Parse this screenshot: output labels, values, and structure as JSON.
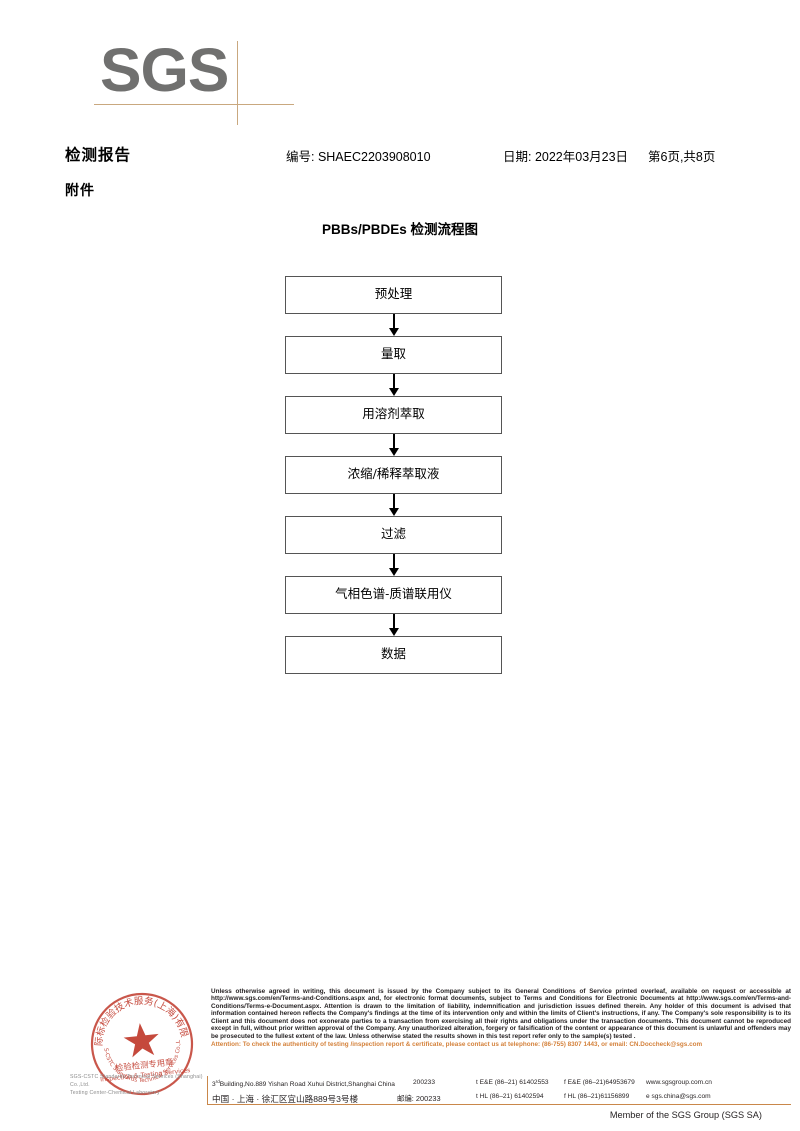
{
  "logo": {
    "text": "SGS"
  },
  "header": {
    "title": "检测报告",
    "report_no": "编号: SHAEC2203908010",
    "date": "日期: 2022年03月23日",
    "page": "第6页,共8页",
    "subtitle": "附件"
  },
  "chart_data": {
    "type": "diagram",
    "title": "PBBs/PBDEs 检测流程图",
    "nodes": [
      {
        "id": 1,
        "label": "预处理"
      },
      {
        "id": 2,
        "label": "量取"
      },
      {
        "id": 3,
        "label": "用溶剂萃取"
      },
      {
        "id": 4,
        "label": "浓缩/稀释萃取液"
      },
      {
        "id": 5,
        "label": "过滤"
      },
      {
        "id": 6,
        "label": "气相色谱-质谱联用仪"
      },
      {
        "id": 7,
        "label": "数据"
      }
    ],
    "edges": [
      {
        "from": 1,
        "to": 2
      },
      {
        "from": 2,
        "to": 3
      },
      {
        "from": 3,
        "to": 4
      },
      {
        "from": 4,
        "to": 5
      },
      {
        "from": 5,
        "to": 6
      },
      {
        "from": 6,
        "to": 7
      }
    ]
  },
  "seal": {
    "outer_text_cn": "上海际标检验技术服务(上海)有限公司",
    "center_text_cn": "检验检测专用章",
    "center_text_en": "Inspection & Testing Services",
    "color": "#c0392b"
  },
  "seal_under_text": {
    "line1": "SGS-CSTC Standards Technical Services (Shanghai) Co.,Ltd.",
    "line2": "Testing Center-Chemical Laboratory"
  },
  "legal": {
    "body": "Unless otherwise agreed in writing, this document is issued by the Company subject to its General Conditions of Service printed overleaf, available on request or accessible at http://www.sgs.com/en/Terms-and-Conditions.aspx and, for electronic format documents, subject to Terms and Conditions for Electronic Documents at http://www.sgs.com/en/Terms-and-Conditions/Terms-e-Document.aspx. Attention is drawn to the limitation of liability, indemnification and jurisdiction issues defined therein. Any holder of this document is advised that information contained hereon reflects the Company's findings at the time of its intervention only and within the limits of Client's instructions, if any. The Company's sole responsibility is to its Client and this document does not exonerate parties to a transaction from exercising all their rights and obligations under the transaction documents. This document cannot be reproduced except in full, without prior written approval of the Company. Any unauthorized alteration, forgery or falsification of the content or appearance of this document is unlawful and offenders may be prosecuted to the fullest extent of the law. Unless otherwise stated the results shown in this test report refer only to the sample(s) tested .",
    "attention": "Attention: To check the authenticity of testing /inspection report & certificate, please contact us at telephone: (86-755) 8307 1443, or email: CN.Doccheck@sgs.com",
    "attention_color": "#d4823c"
  },
  "address": {
    "en_address": "Building,No.889 Yishan Road Xuhui District,Shanghai China",
    "en_prefix": "3",
    "en_prefix_sup": "rd",
    "en_zip": "200233",
    "cn_address": "中国 · 上海 · 徐汇区宜山路889号3号楼",
    "cn_zip_label": "邮编: 200233",
    "tel_ee": "t E&E (86–21) 61402553",
    "fax_ee": "f E&E (86–21)64953679",
    "tel_hl": "t HL (86–21) 61402594",
    "fax_hl": "f HL (86–21)61156899",
    "website": "www.sgsgroup.com.cn",
    "email": "e  sgs.china@sgs.com"
  },
  "footer": {
    "member": "Member of the SGS Group (SGS SA)"
  }
}
